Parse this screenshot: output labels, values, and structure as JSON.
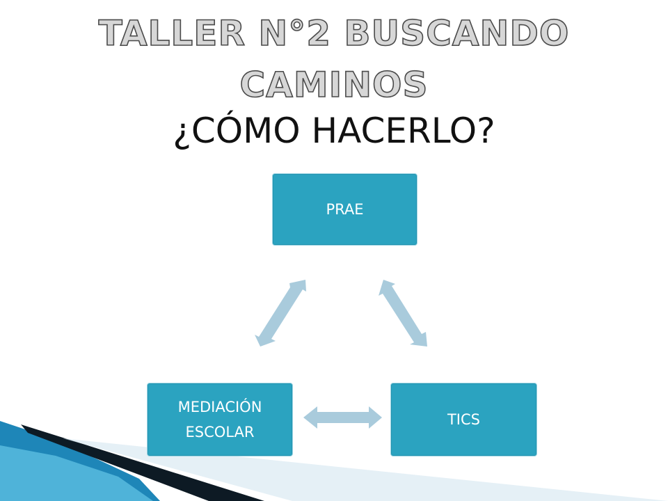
{
  "title": {
    "line1": "TALLER N°2 BUSCANDO",
    "line2": "CAMINOS"
  },
  "subtitle": "¿CÓMO HACERLO?",
  "cycle": {
    "nodes": [
      {
        "label": "PRAE"
      },
      {
        "label": "TICS"
      },
      {
        "label_line1": "MEDIACIÓN",
        "label_line2": "ESCOLAR"
      }
    ]
  },
  "colors": {
    "node_fill": "#2ba3c0",
    "arrow_fill": "#a9cbdc",
    "title_fill": "#d7d7d7",
    "title_outline": "#4a4a4a",
    "corner_blue": "#1e86b8"
  }
}
